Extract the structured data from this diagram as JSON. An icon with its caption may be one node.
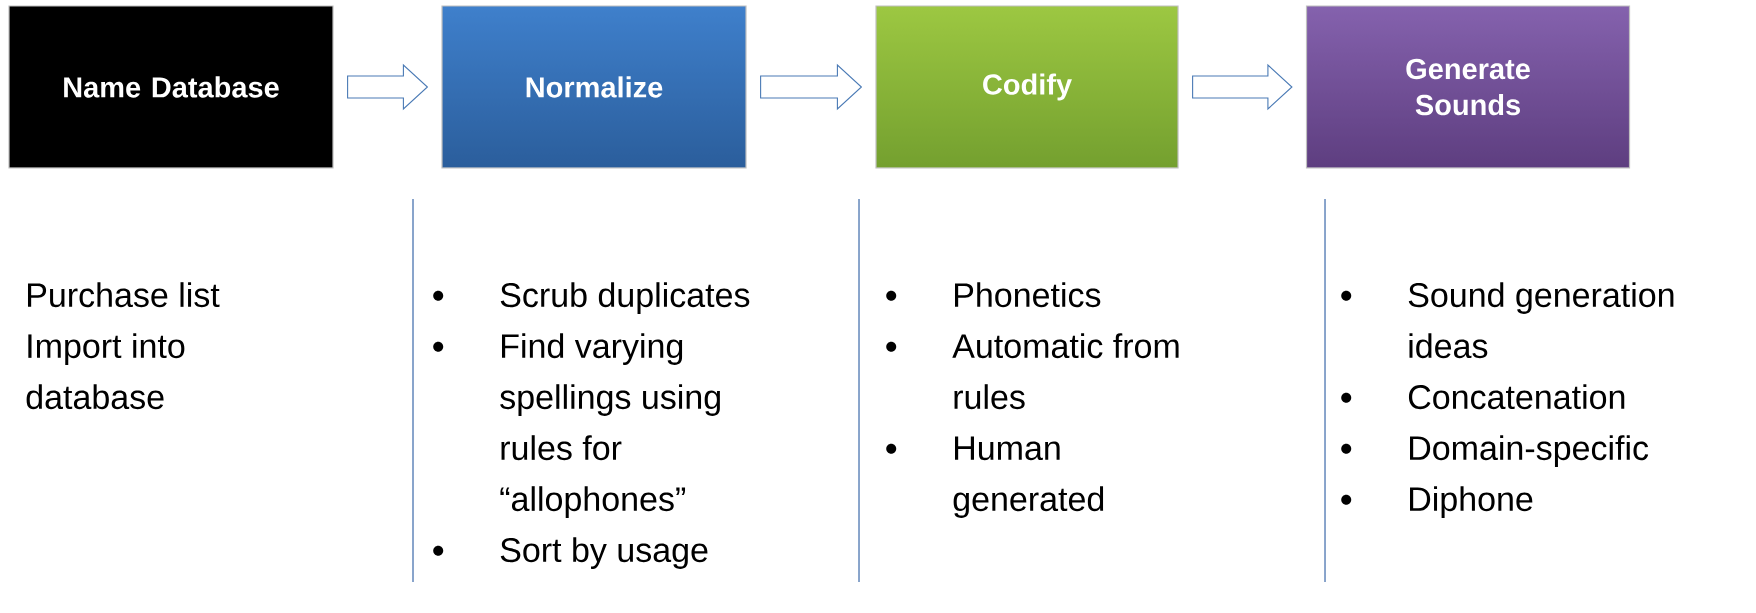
{
  "diagram": {
    "nodes": [
      {
        "text": [
          "Name Database"
        ]
      },
      {
        "text": [
          "Normalize"
        ]
      },
      {
        "text": [
          "Codify"
        ]
      },
      {
        "text": [
          "Generate Sounds"
        ]
      }
    ],
    "edges": [
      {
        "from": 0,
        "to": 1,
        "arrow": "to"
      },
      {
        "from": 1,
        "to": 2,
        "arrow": "to"
      },
      {
        "from": 2,
        "to": 3,
        "arrow": "to"
      }
    ],
    "labels": [
      "Purchase list",
      "Import into database",
      "Scrub duplicates",
      "Find varying spellings using rules for “allophones”",
      "Sort by usage",
      "Phonetics",
      "Automatic from rules",
      "Human generated",
      "Sound generation ideas",
      "Concatenation",
      "Domain-specific",
      "Diphone"
    ]
  }
}
